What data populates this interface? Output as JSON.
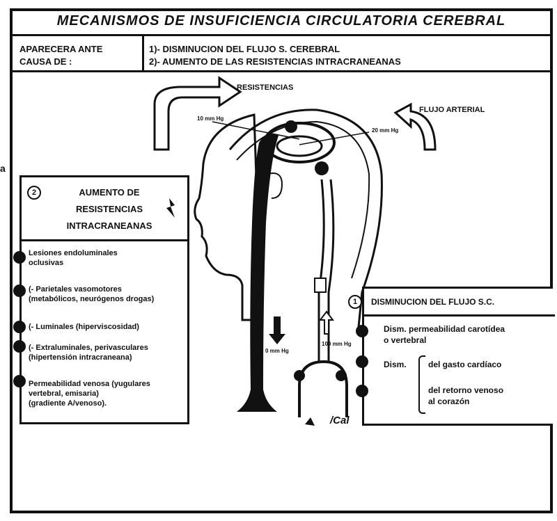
{
  "title": "MECANISMOS DE INSUFICIENCIA CIRCULATORIA CEREBRAL",
  "causes": {
    "intro_line1": "APARECERA ANTE",
    "intro_line2": "CAUSA DE :",
    "cause1": "1)- DISMINUCION DEL FLUJO S. CEREBRAL",
    "cause2": "2)- AUMENTO DE LAS RESISTENCIAS INTRACRANEANAS"
  },
  "labels": {
    "resistencias": "RESISTENCIAS",
    "flujo_arterial": "FLUJO ARTERIAL",
    "pressure_top_left": "10 mm Hg",
    "pressure_top_right": "20 mm Hg",
    "pressure_bottom_left": "0 mm Hg",
    "pressure_bottom_right": "100 mm Hg",
    "side_mark": "a",
    "signature": "/Cal"
  },
  "left_box": {
    "number": "2",
    "heading_line1": "AUMENTO DE",
    "heading_line2": "RESISTENCIAS",
    "heading_line3": "INTRACRANEANAS",
    "items": [
      {
        "line1": "Lesiones endoluminales",
        "line2": "oclusivas"
      },
      {
        "line1": "(- Parietales vasomotores",
        "line2": "(metabólicos, neurógenos drogas)"
      },
      {
        "line1": "(- Luminales (hiperviscosidad)",
        "line2": ""
      },
      {
        "line1": "(- Extraluminales, perivasculares",
        "line2": "(hipertensión intracraneana)"
      },
      {
        "line1": "Permeabilidad venosa (yugulares",
        "line2": "vertebral, emisaria)",
        "line3": "(gradiente A/venoso)."
      }
    ]
  },
  "right_box": {
    "number": "1",
    "heading": "DISMINUCION DEL FLUJO S.C.",
    "item1_line1": "Dism. permeabilidad carotídea",
    "item1_line2": "o vertebral",
    "item2_prefix": "Dism.",
    "item2_a": "del gasto cardíaco",
    "item2_b_line1": "del retorno venoso",
    "item2_b_line2": "al corazón"
  }
}
